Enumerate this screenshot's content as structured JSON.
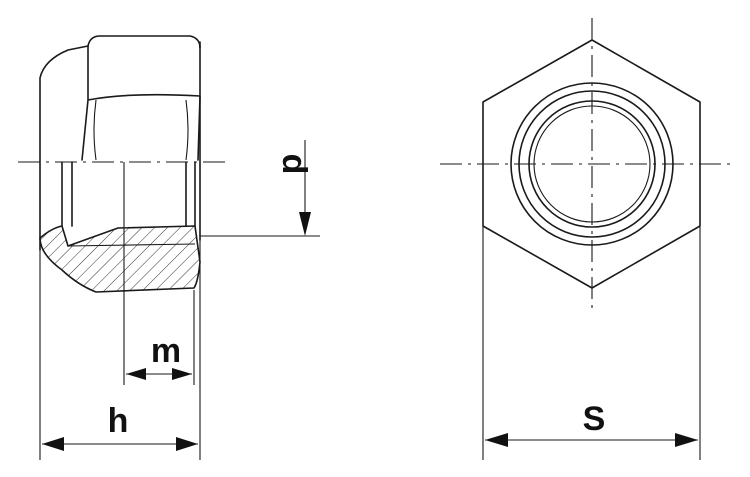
{
  "labels": {
    "d": "d",
    "m": "m",
    "h": "h",
    "s": "S"
  },
  "colors": {
    "line": "#1a1a1a",
    "background": "#ffffff"
  }
}
